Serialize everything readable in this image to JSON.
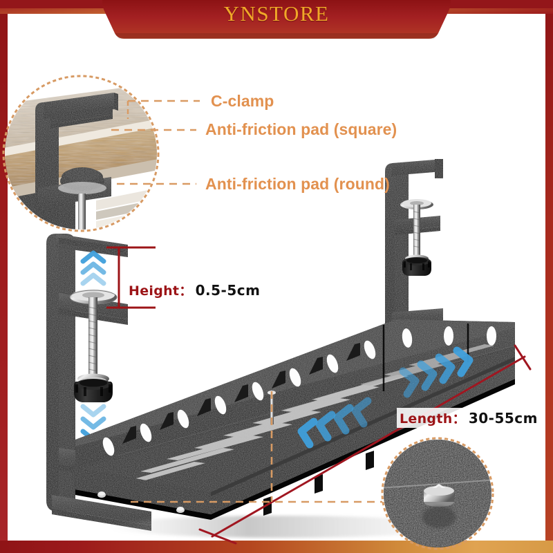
{
  "brand": {
    "name": "YNSTORE",
    "banner_color": "#9c1a1c",
    "banner_text_color": "#f0a828"
  },
  "frame": {
    "left_border_color": "#9c1a1c",
    "right_border_color": "#a82a1e",
    "bottom_gradient_from": "#8f1416",
    "bottom_gradient_to": "#d79a46"
  },
  "annotations": {
    "leader_color": "#d99a63",
    "text_color": "#e2914f",
    "items": [
      {
        "label": "C-clamp",
        "icon": "dashed-leader-line"
      },
      {
        "label": "Anti-friction pad (square)",
        "icon": "dashed-leader-line"
      },
      {
        "label": "Anti-friction pad (round)",
        "icon": "dashed-leader-line"
      }
    ]
  },
  "dimensions": {
    "height": {
      "key": "Height：",
      "value": "0.5-5cm",
      "key_color": "#9c1417",
      "value_color": "#111111"
    },
    "length": {
      "key": "Length：",
      "value": "30-55cm",
      "key_color": "#9c1417",
      "value_color": "#111111"
    }
  },
  "product": {
    "type": "under-desk cable management tray",
    "body_color": "#1b1b1b",
    "arrow_color": "#3f9fdb",
    "dimension_line_color": "#a01620"
  },
  "insets": {
    "top_left": {
      "name": "clamp-on-desk-photo",
      "shape": "circle",
      "edge_color": "#d79a63",
      "description": "C-clamp gripping a wooden desk edge"
    },
    "bottom_right": {
      "name": "rivet-detail-photo",
      "shape": "circle",
      "edge_color": "#d79a63",
      "description": "metal rivet screw on black textured tray"
    }
  }
}
